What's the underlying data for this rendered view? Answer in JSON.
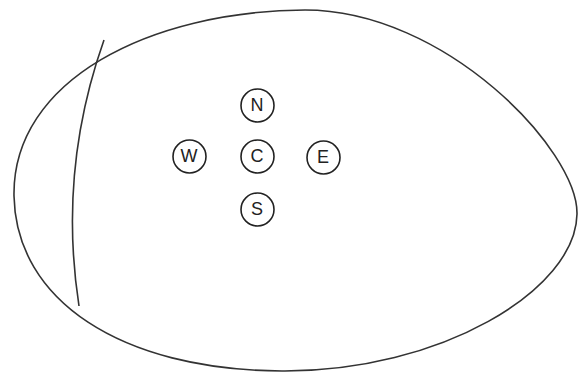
{
  "diagram": {
    "nodes": [
      {
        "text": [
          "N"
        ]
      },
      {
        "text": [
          "W"
        ]
      },
      {
        "text": [
          "C"
        ]
      },
      {
        "text": [
          "E"
        ]
      },
      {
        "text": [
          "S"
        ]
      }
    ]
  }
}
